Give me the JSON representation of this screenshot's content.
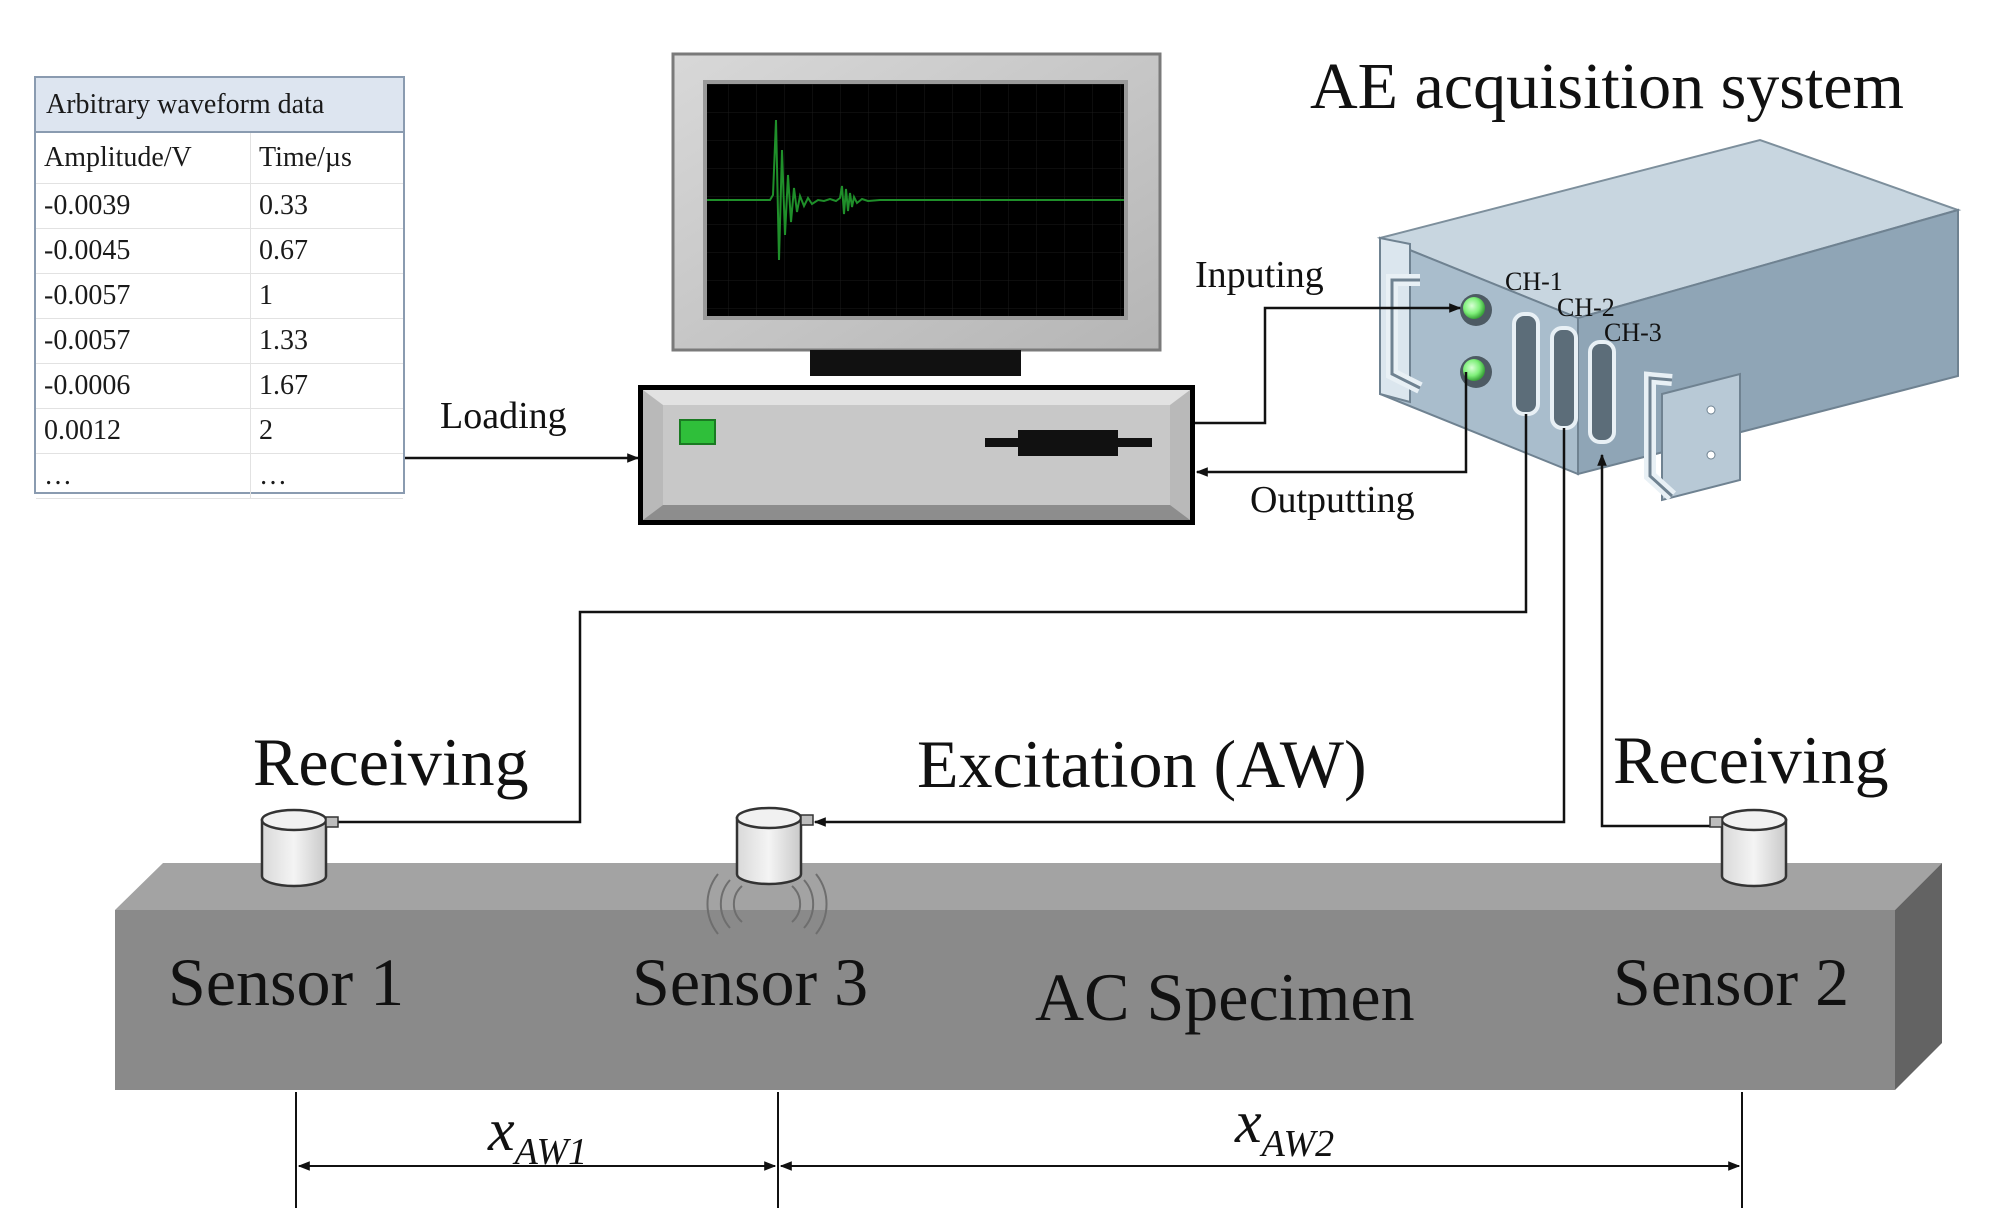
{
  "table": {
    "title": "Arbitrary waveform data",
    "columns": [
      "Amplitude/V",
      "Time/µs"
    ],
    "rows": [
      [
        "-0.0039",
        "0.33"
      ],
      [
        "-0.0045",
        "0.67"
      ],
      [
        "-0.0057",
        "1"
      ],
      [
        "-0.0057",
        "1.33"
      ],
      [
        "-0.0006",
        "1.67"
      ],
      [
        "0.0012",
        "2"
      ],
      [
        "…",
        "…"
      ]
    ]
  },
  "labels": {
    "loading": "Loading",
    "inputing": "Inputing",
    "outputting": "Outputting",
    "acquisition_system": "AE acquisition system",
    "ch1": "CH-1",
    "ch2": "CH-2",
    "ch3": "CH-3",
    "receiving_left": "Receiving",
    "receiving_right": "Receiving",
    "excitation": "Excitation (AW)",
    "sensor1": "Sensor 1",
    "sensor2": "Sensor 2",
    "sensor3": "Sensor 3",
    "specimen": "AC Specimen",
    "dist1_base": "x",
    "dist1_sub": "AW1",
    "dist2_base": "x",
    "dist2_sub": "AW2"
  },
  "colors": {
    "specimen_front": "#8a8a8a",
    "specimen_top": "#a3a3a3",
    "specimen_side": "#636363",
    "device_body": "#a9bdcc",
    "screen_bg": "#000000",
    "waveform": "#1f8f2a",
    "led": "#7ff07a"
  }
}
